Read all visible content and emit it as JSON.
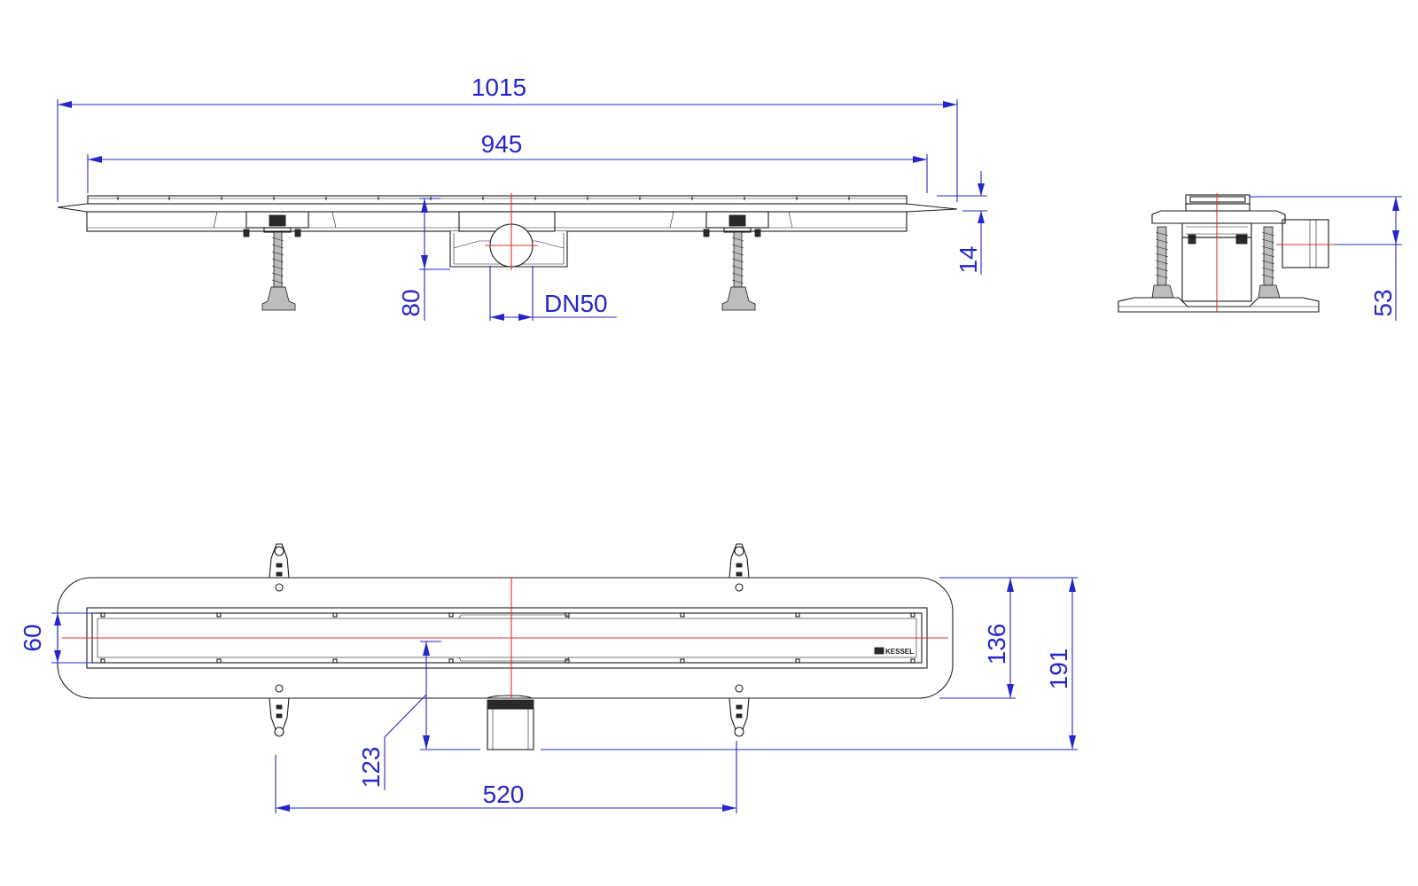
{
  "dimensions": {
    "overall_length": "1015",
    "grate_length": "945",
    "grate_thickness": "14",
    "outlet_height": "80",
    "outlet_diameter": "DN50",
    "side_height": "53",
    "grate_width": "60",
    "flange_width": "136",
    "total_width": "191",
    "outlet_offset": "123",
    "foot_spacing": "520"
  },
  "brand_label": "KESSEL",
  "colors": {
    "dimension": "#2626c8",
    "centerline": "#e03030",
    "outline": "#1a1a1a"
  }
}
